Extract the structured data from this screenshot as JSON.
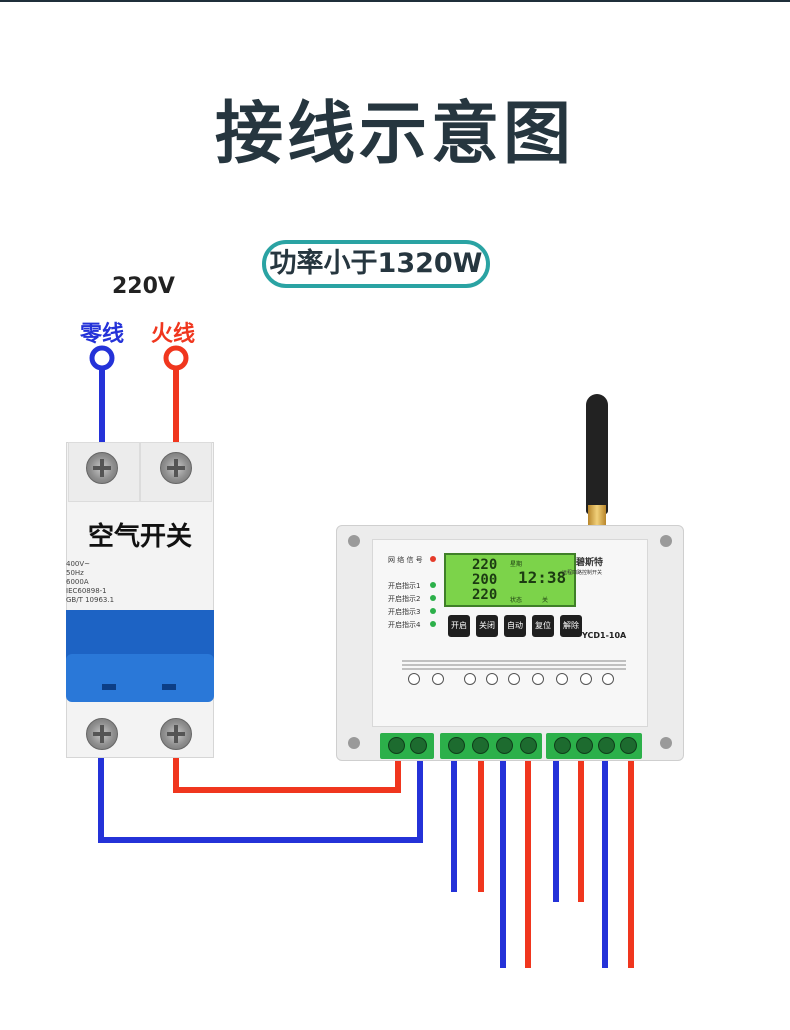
{
  "title": "接线示意图",
  "power_limit": "功率小于1320W",
  "voltage": "220V",
  "neutral_label": "零线",
  "live_label": "火线",
  "breaker": {
    "name": "空气开关",
    "spec_lines": [
      "400V~",
      "50Hz",
      "6000A",
      "IEC60898-1",
      "GB/T 10963.1"
    ]
  },
  "controller": {
    "signal_label": "网 络 信 号",
    "indicators": [
      "开启指示1",
      "开启指示2",
      "开启指示3",
      "开启指示4"
    ],
    "lcd": {
      "row1": "220",
      "row2": "200",
      "row3": "220",
      "time": "12:38",
      "week": "星期",
      "status_label": "状态",
      "status_value": "关"
    },
    "buttons": [
      "开启",
      "关闭",
      "自动",
      "复位",
      "解除"
    ],
    "brand": "碧斯特",
    "brand_sub": "远程四路控制开关",
    "model": "YCD1-10A"
  },
  "colors": {
    "neutral": "#2432d8",
    "live": "#f0361e",
    "accent": "#2aa3a3",
    "title": "#26363f",
    "lcd": "#7cd34a",
    "terminal": "#2cb04a"
  }
}
